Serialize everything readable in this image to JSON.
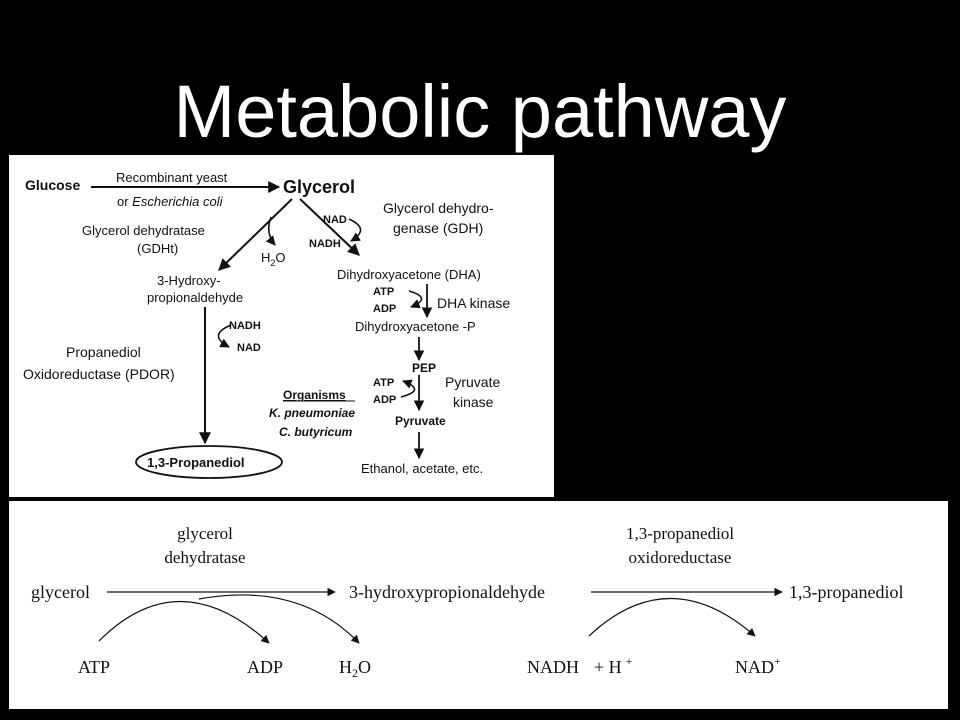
{
  "slide": {
    "title": "Metabolic pathway"
  },
  "top_diagram": {
    "glucose": "Glucose",
    "recombinant_line1": "Recombinant yeast",
    "recombinant_line2_prefix": "or ",
    "recombinant_line2_italic": "Escherichia coli",
    "glycerol": "Glycerol",
    "gdht_line1": "Glycerol dehydratase",
    "gdht_line2": "(GDHt)",
    "water_h": "H",
    "water_sub": "2",
    "water_o": "O",
    "hpa_line1": "3-Hydroxy-",
    "hpa_line2": "propionaldehyde",
    "nadh_left": "NADH",
    "nad_left": "NAD",
    "pdor_line1": "Propanediol",
    "pdor_line2": "Oxidoreductase (PDOR)",
    "propanediol": "1,3-Propanediol",
    "nad_right": "NAD",
    "nadh_right": "NADH",
    "gdh_line1": "Glycerol dehydro-",
    "gdh_line2": "genase (GDH)",
    "dha": "Dihydroxyacetone (DHA)",
    "atp1": "ATP",
    "adp1": "ADP",
    "dha_kinase": "DHA kinase",
    "dhap": "Dihydroxyacetone -P",
    "pep": "PEP",
    "atp2": "ATP",
    "adp2": "ADP",
    "pk_line1": "Pyruvate",
    "pk_line2": "kinase",
    "pyruvate": "Pyruvate",
    "organisms_header": "Organisms",
    "organism1": "K. pneumoniae",
    "organism2": "C. butyricum",
    "end_products": "Ethanol, acetate, etc."
  },
  "bottom_diagram": {
    "enzyme1_line1": "glycerol",
    "enzyme1_line2": "dehydratase",
    "enzyme2_line1": "1,3-propanediol",
    "enzyme2_line2": "oxidoreductase",
    "substrate": "glycerol",
    "intermediate": "3-hydroxypropionaldehyde",
    "product": "1,3-propanediol",
    "atp": "ATP",
    "adp": "ADP",
    "h2o_h": "H",
    "h2o_sub": "2",
    "h2o_o": "O",
    "nadh": "NADH",
    "plus_h": "+ H",
    "plus_h_sup": "+",
    "nad": "NAD",
    "nad_sup": "+"
  }
}
